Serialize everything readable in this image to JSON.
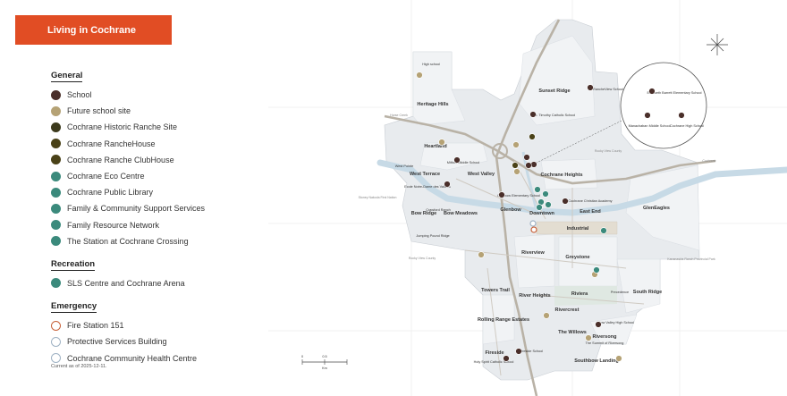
{
  "title": "Living in Cochrane",
  "legend": {
    "general": {
      "heading": "General",
      "items": [
        {
          "label": "School",
          "icon": "school-icon",
          "color": "#4a2f2a"
        },
        {
          "label": "Future school site",
          "icon": "future-school-icon",
          "color": "#b5a275"
        },
        {
          "label": "Cochrane Historic Ranche Site",
          "icon": "historic-ranche-icon",
          "color": "#3c3a1c"
        },
        {
          "label": "Cochrane RancheHouse",
          "icon": "ranchehouse-icon",
          "color": "#4a4218"
        },
        {
          "label": "Cochrane Ranche ClubHouse",
          "icon": "clubhouse-icon",
          "color": "#4a4218"
        },
        {
          "label": "Cochrane Eco Centre",
          "icon": "eco-centre-icon",
          "color": "#3b8a7c"
        },
        {
          "label": "Cochrane Public Library",
          "icon": "library-icon",
          "color": "#3b8a7c"
        },
        {
          "label": "Family & Community Support Services",
          "icon": "fcss-icon",
          "color": "#3b8a7c"
        },
        {
          "label": "Family Resource Network",
          "icon": "family-resource-icon",
          "color": "#3b8a7c"
        },
        {
          "label": "The Station at Cochrane Crossing",
          "icon": "info-icon",
          "color": "#3b8a7c"
        }
      ]
    },
    "recreation": {
      "heading": "Recreation",
      "items": [
        {
          "label": "SLS Centre and Cochrane Arena",
          "icon": "arena-icon",
          "color": "#3b8a7c"
        }
      ]
    },
    "emergency": {
      "heading": "Emergency",
      "items": [
        {
          "label": "Fire Station 151",
          "icon": "fire-station-icon",
          "color": "#c8623a"
        },
        {
          "label": "Protective Services Building",
          "icon": "protective-services-icon",
          "color": "#9fb2c4"
        },
        {
          "label": "Cochrane Community Health Centre",
          "icon": "health-centre-icon",
          "color": "#9fb2c4"
        }
      ]
    }
  },
  "footnote": "Current as of 2025-12-11.",
  "scale": {
    "zero": "0",
    "mid": "0.5",
    "unit": "Km"
  },
  "map": {
    "neighbourhoods": [
      "Heritage Hills",
      "Sunset Ridge",
      "Heartland",
      "West Terrace",
      "West Valley",
      "Cochrane Heights",
      "West Pointe",
      "Bow Ridge",
      "Bow Meadows",
      "Glenbow",
      "Downtown",
      "East End",
      "Industrial",
      "GlenEagles",
      "Riverview",
      "Greystone",
      "Towers Trail",
      "River Heights",
      "Riviera",
      "South Ridge",
      "Rolling Range Estates",
      "Rivercrest",
      "The Willows",
      "Riversong",
      "Fireside",
      "Southbow Landing",
      "Precedence",
      "Crawford Ranch",
      "Jumping Pound Ridge",
      "The Summit of Riversong"
    ],
    "schools": [
      "RancheView School",
      "St. Timothy Catholic School",
      "Mitford Middle School",
      "Ecole Notre-Dame des Vallees",
      "Glenbow Elementary School",
      "Cochrane Christian Academy",
      "Bow Valley High School",
      "Fireside School",
      "Holy Spirit Catholic School",
      "Elizabeth Barrett Elementary School",
      "Manachaban Middle School",
      "Cochrane High School"
    ],
    "future_school": "High school",
    "regions": [
      "Rocky View County",
      "Stoney Nakoda First Nation",
      "Rocky View County",
      "Kananaskis Ranch Provincial Park"
    ],
    "roads": [
      "Horse Creek",
      "Cochrane"
    ]
  },
  "colors": {
    "accent": "#e14d24",
    "water": "#c9dbe6",
    "land": "#e9ebed",
    "residential": "#e4e8ec",
    "industrial": "#e6e0d4",
    "green": "#d8e6df"
  }
}
